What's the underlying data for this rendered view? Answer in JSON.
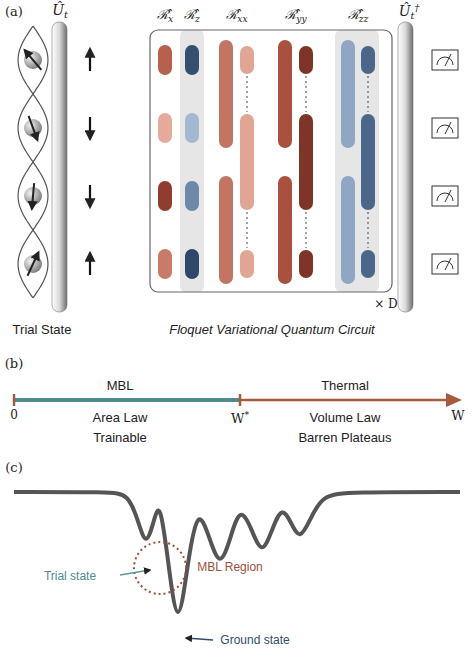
{
  "diagram": {
    "labels": [
      "(a)",
      "Ût",
      "ℛ̂x",
      "ℛ̂z",
      "ℛ̂xx",
      "ℛ̂yy",
      "ℛ̂zz",
      "Ût†",
      "× D",
      "Trial State",
      "Floquet Variational Quantum Circuit",
      "(b)",
      "MBL",
      "Thermal",
      "0",
      "W*",
      "W",
      "Area Law",
      "Trainable",
      "Volume Law",
      "Barren Plateaus",
      "(c)",
      "Trial state",
      "MBL Region",
      "Ground state"
    ]
  }
}
